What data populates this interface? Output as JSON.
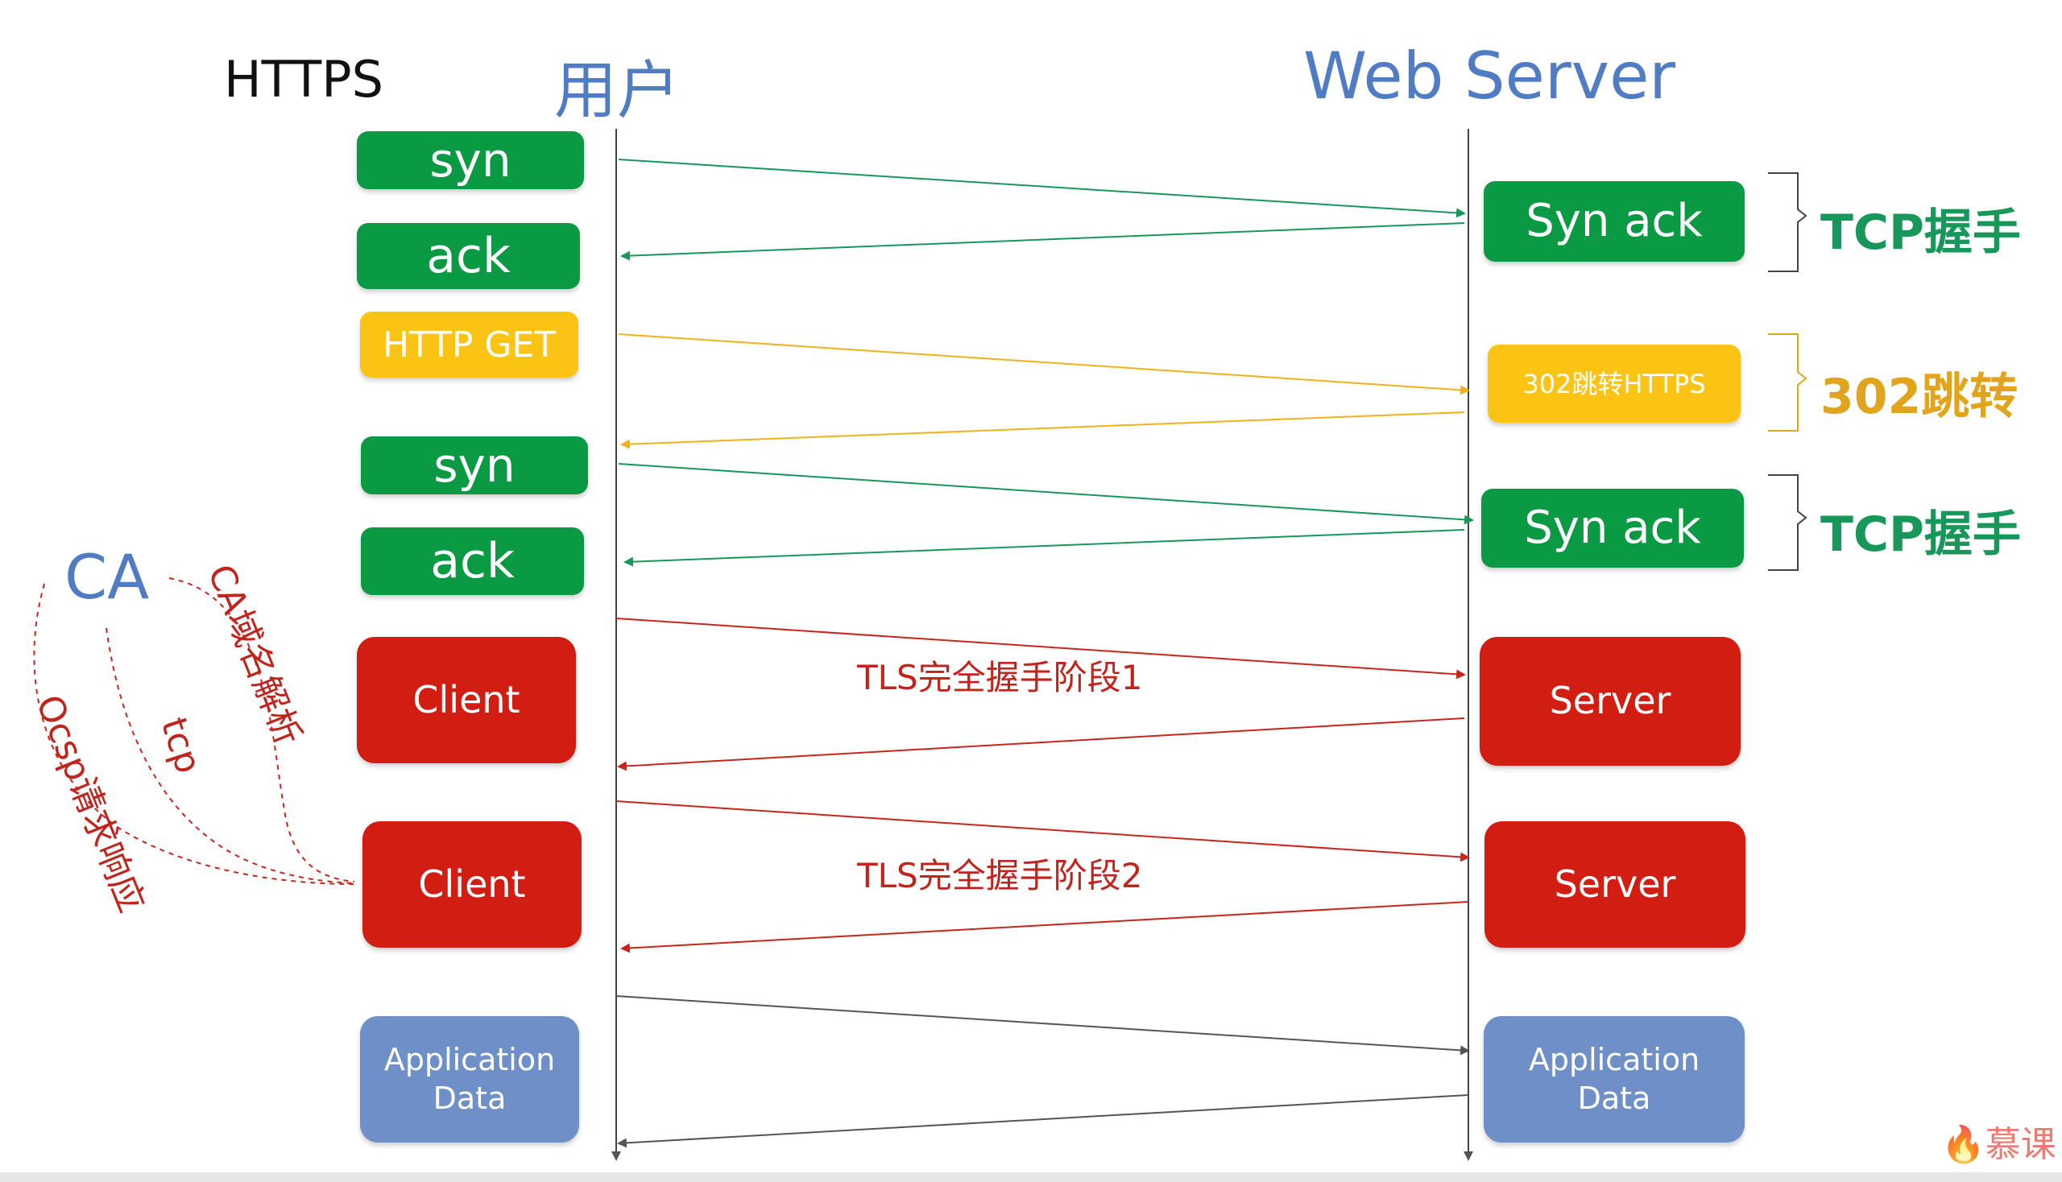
{
  "titles": {
    "protocol": "HTTPS",
    "client": "用户",
    "server": "Web Server"
  },
  "client_boxes": {
    "syn1": "syn",
    "ack1": "ack",
    "http_get": "HTTP GET",
    "syn2": "syn",
    "ack2": "ack",
    "client1": "Client",
    "client2": "Client",
    "app_data": "Application\nData"
  },
  "server_boxes": {
    "syn_ack1": "Syn ack",
    "redirect": "302跳转HTTPS",
    "syn_ack2": "Syn ack",
    "server1": "Server",
    "server2": "Server",
    "app_data": "Application\nData"
  },
  "brace_labels": {
    "tcp1": "TCP握手",
    "redirect": "302跳转",
    "tcp2": "TCP握手"
  },
  "message_labels": {
    "tls1": "TLS完全握手阶段1",
    "tls2": "TLS完全握手阶段2"
  },
  "ca": {
    "label": "CA",
    "dns": "CA域名解析",
    "tcp": "tcp",
    "ocsp": "Ocsp请求响应"
  },
  "watermark": "慕课",
  "colors": {
    "tcp": "#0b9a44",
    "redirect": "#fbc314",
    "tls": "#d11d12",
    "app_data": "#6e8fc7",
    "title": "#4f7cc2"
  }
}
